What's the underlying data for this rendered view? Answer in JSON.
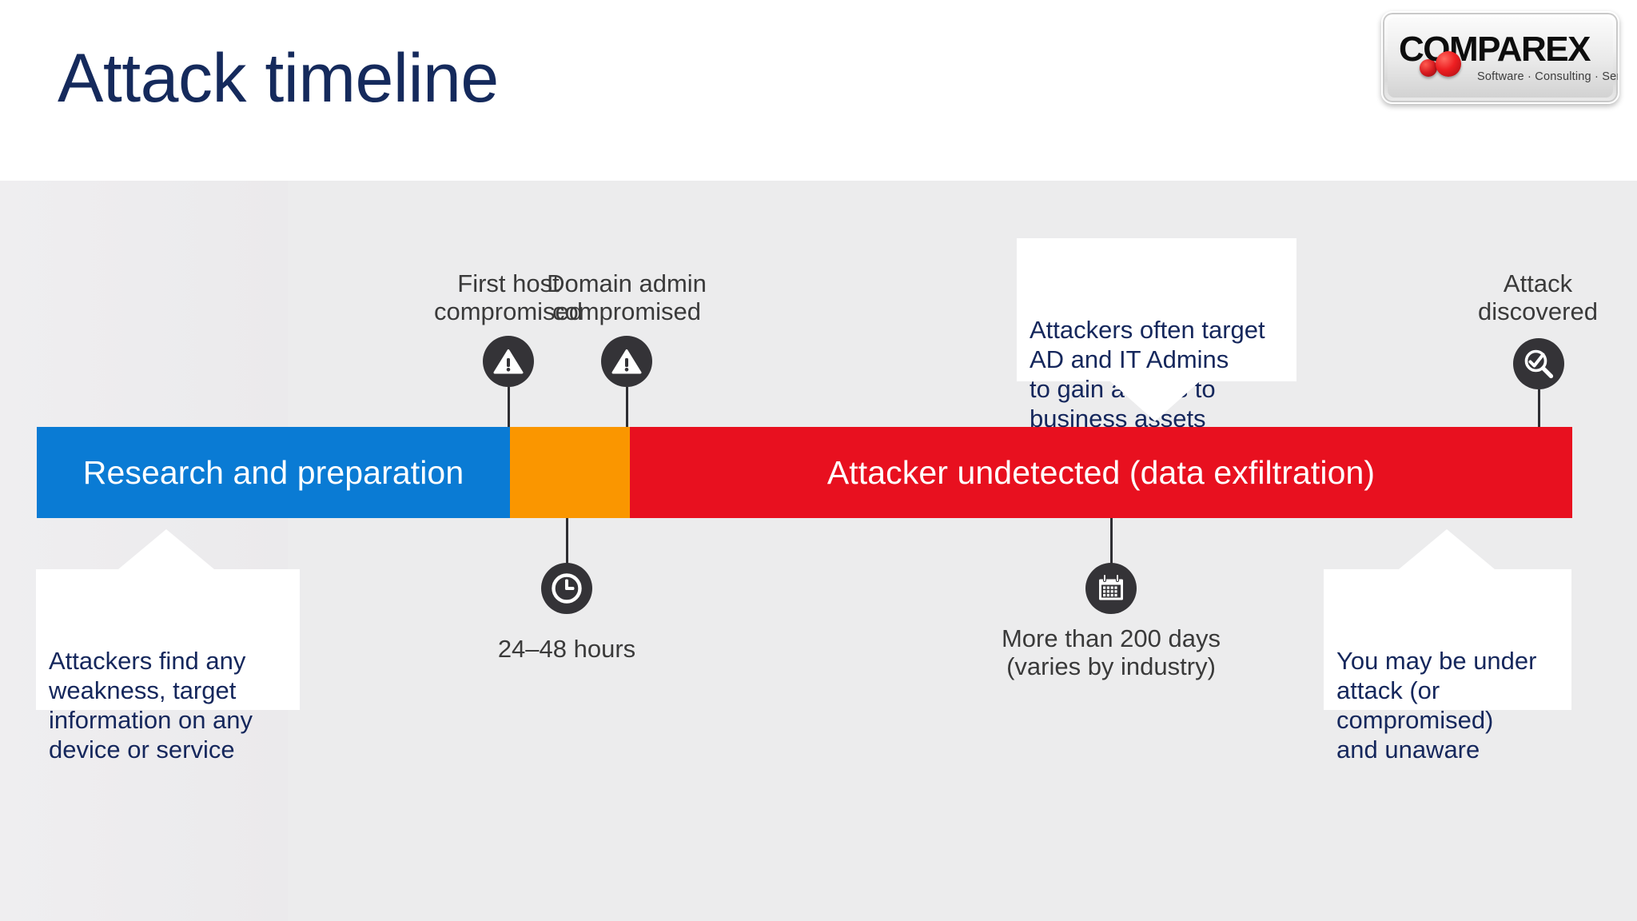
{
  "slide": {
    "title": "Attack timeline",
    "title_color": "#152a5c",
    "background": "#ececed",
    "header_background": "#ffffff"
  },
  "logo": {
    "wordmark": "COMPAREX",
    "tagline": "Software · Consulting · Services",
    "accent_color": "#e8101f"
  },
  "timeline": {
    "segments": [
      {
        "label": "Research and preparation",
        "color": "#0a7bd4"
      },
      {
        "label": "",
        "color": "#fa9600"
      },
      {
        "label": "Attacker undetected (data exfiltration)",
        "color": "#e8101f"
      }
    ],
    "markers_above": [
      {
        "label": "First host\ncompromised",
        "icon": "warning-icon"
      },
      {
        "label": "Domain admin\ncompromised",
        "icon": "warning-icon"
      },
      {
        "label": "Attack\ndiscovered",
        "icon": "magnifier-check-icon"
      }
    ],
    "markers_below": [
      {
        "label": "24–48 hours",
        "icon": "clock-icon"
      },
      {
        "label": "More than 200 days\n(varies by industry)",
        "icon": "calendar-icon"
      }
    ],
    "callouts": [
      {
        "text": "Attackers find any\nweakness, target\ninformation on any\ndevice or service",
        "position": "below-left",
        "tail": "up"
      },
      {
        "text": "Attackers often target\nAD and IT Admins\nto gain access to\nbusiness assets",
        "position": "above-right",
        "tail": "down"
      },
      {
        "text": "You may be under\nattack (or\ncompromised)\nand unaware",
        "position": "below-right",
        "tail": "up"
      }
    ]
  }
}
